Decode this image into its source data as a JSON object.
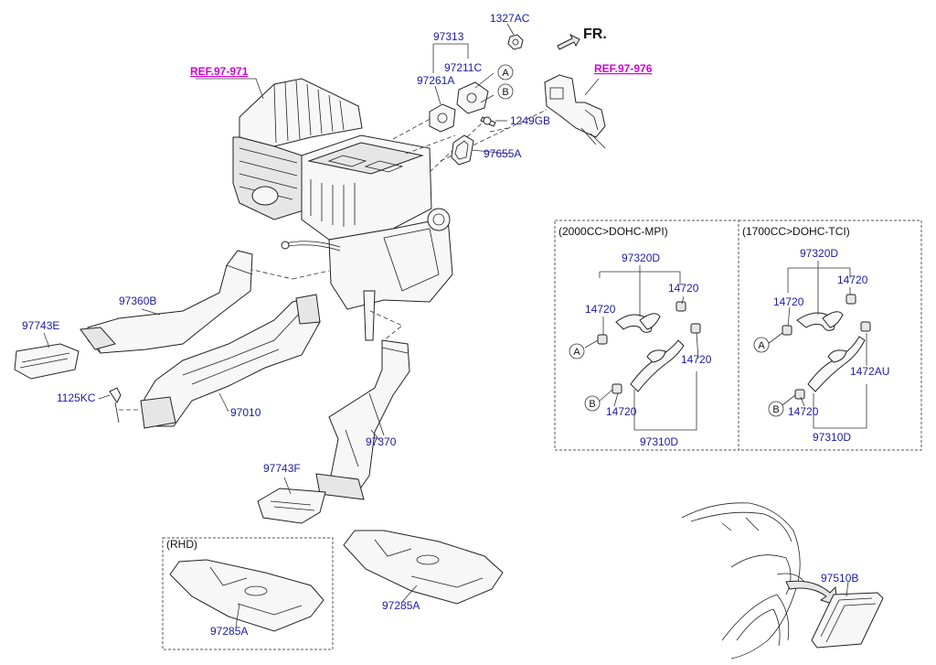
{
  "diagram": {
    "direction_label": "FR.",
    "references": {
      "ref_left": "REF.97-971",
      "ref_right": "REF.97-976"
    },
    "parts": {
      "p1327AC": "1327AC",
      "p97313": "97313",
      "p97211C": "97211C",
      "p97261A": "97261A",
      "p1249GB": "1249GB",
      "p97655A": "97655A",
      "p97360B": "97360B",
      "p97743E": "97743E",
      "p1125KC": "1125KC",
      "p97010": "97010",
      "p97370": "97370",
      "p97743F": "97743F",
      "p97285A_rhd": "97285A",
      "p97285A": "97285A",
      "p97510B": "97510B"
    },
    "markers": {
      "a": "A",
      "b": "B"
    },
    "box_mpi": {
      "header": "(2000CC>DOHC-MPI)",
      "hose_top": "97320D",
      "hose_bottom": "97310D",
      "clamp_1": "14720",
      "clamp_2": "14720",
      "clamp_3": "14720",
      "clamp_4": "14720"
    },
    "box_tci": {
      "header": "(1700CC>DOHC-TCI)",
      "hose_top": "97320D",
      "hose_bottom": "97310D",
      "clamp_1": "14720",
      "clamp_2": "14720",
      "clamp_3": "1472AU",
      "clamp_4": "14720"
    },
    "rhd_box": {
      "header": "(RHD)"
    }
  }
}
